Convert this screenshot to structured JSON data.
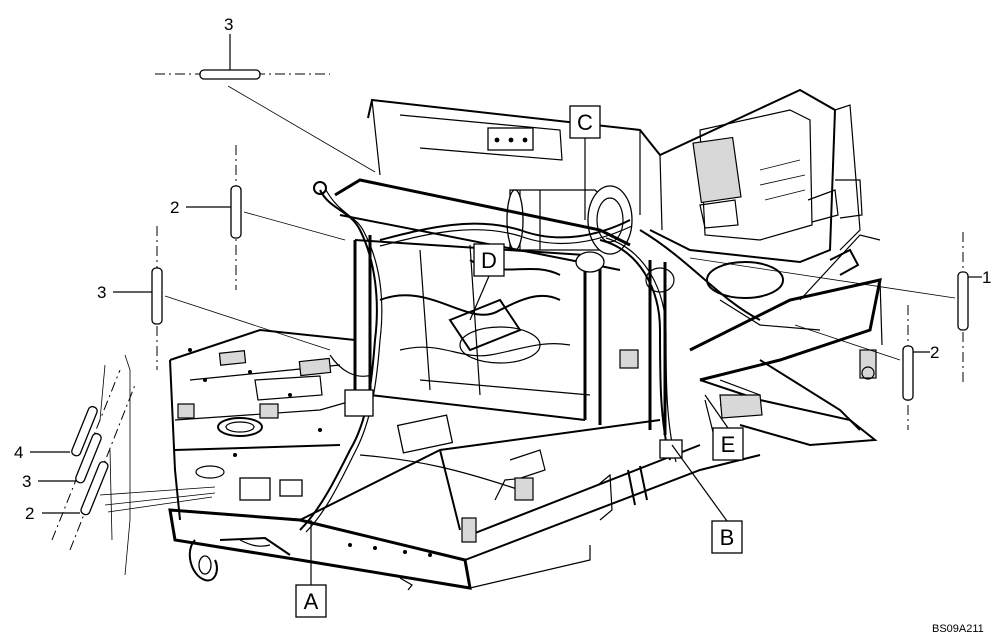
{
  "diagram": {
    "reference_code": "BS09A211",
    "box_labels": {
      "A": "A",
      "B": "B",
      "C": "C",
      "D": "D",
      "E": "E"
    },
    "callout_numbers": {
      "top_center": "3",
      "left_upper": "2",
      "left_middle": "3",
      "right_upper": "1",
      "right_lower": "2",
      "bottom_left_4": "4",
      "bottom_left_3": "3",
      "bottom_left_2": "2"
    }
  }
}
